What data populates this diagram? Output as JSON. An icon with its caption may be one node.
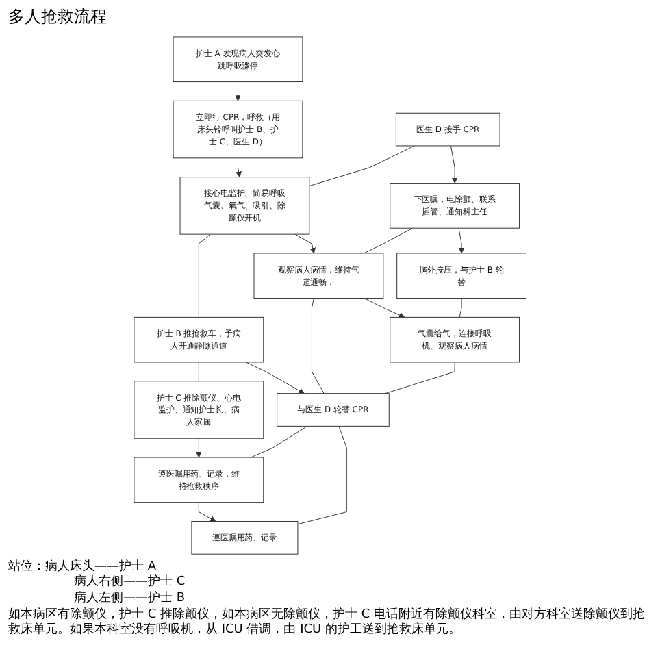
{
  "diagram": {
    "title": "多人抢救流程",
    "nodes": [
      {
        "text": [
          "护士 A 发现病人突发心跳呼吸骤停"
        ]
      },
      {
        "text": [
          "立即行 CPR，呼救（用床头铃呼叫护士 B、护士 C、医生 D）"
        ]
      },
      {
        "text": [
          "医生 D 接手 CPR"
        ]
      },
      {
        "text": [
          "接心电监护、简易呼吸气囊、氧气、吸引、除颤仪开机"
        ]
      },
      {
        "text": [
          "护士 B 推抢救车，予病人开通静脉通道"
        ]
      },
      {
        "text": [
          "护士 C 推除颤仪、心电监护、通知护士长、病人家属"
        ]
      },
      {
        "text": [
          "下医嘱，电除颤、联系插管、通知科主任"
        ]
      },
      {
        "text": [
          "观察病人病情，维持气道通畅，"
        ]
      },
      {
        "text": [
          "与医生 D 轮替 CPR"
        ]
      },
      {
        "text": [
          "遵医嘱用药、记录，维持抢救秩序"
        ]
      },
      {
        "text": [
          "胸外按压，与护士 B 轮替"
        ]
      },
      {
        "text": [
          "气囊给气，连接呼吸机、观察病人病情"
        ]
      },
      {
        "text": [
          "遵医嘱用药、记录"
        ]
      }
    ],
    "edges": [
      {
        "from": 0,
        "to": 1,
        "arrow": "to"
      },
      {
        "from": 1,
        "to": 3,
        "arrow": "to"
      },
      {
        "from": 2,
        "to": 3,
        "arrow": "none"
      },
      {
        "from": 3,
        "to": 4,
        "arrow": "none"
      },
      {
        "from": 4,
        "to": 5,
        "arrow": "none"
      },
      {
        "from": 2,
        "to": 6,
        "arrow": "to"
      },
      {
        "from": 3,
        "to": 7,
        "arrow": "to"
      },
      {
        "from": 4,
        "to": 8,
        "arrow": "to"
      },
      {
        "from": 5,
        "to": 9,
        "arrow": "to"
      },
      {
        "from": 6,
        "to": 7,
        "arrow": "none"
      },
      {
        "from": 7,
        "to": 8,
        "arrow": "none"
      },
      {
        "from": 8,
        "to": 9,
        "arrow": "none"
      },
      {
        "from": 6,
        "to": 10,
        "arrow": "to"
      },
      {
        "from": 7,
        "to": 11,
        "arrow": "to"
      },
      {
        "from": 9,
        "to": 12,
        "arrow": "to"
      },
      {
        "from": 10,
        "to": 11,
        "arrow": "none"
      },
      {
        "from": 11,
        "to": 8,
        "arrow": "none"
      },
      {
        "from": 8,
        "to": 12,
        "arrow": "none"
      }
    ],
    "labels": [
      "站位：病人床头——护士 A",
      "病人右侧——护士 C",
      "病人左侧——护士 B",
      "如本病区有除颤仪，护士 C 推除颤仪，如本病区无除颤仪，护士 C 电话附近有除颤仪科室，由对方科室送除颤仪到抢救床单元。如果本科室没有呼吸机，从 ICU 借调，由 ICU 的护工送到抢救床单元。"
    ]
  }
}
